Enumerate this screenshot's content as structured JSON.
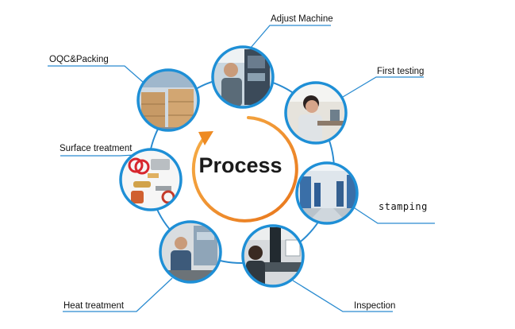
{
  "diagram": {
    "center_label": "Process",
    "steps": [
      {
        "id": "adjust",
        "label": "Adjust Machine",
        "icon": "machine-operator-photo"
      },
      {
        "id": "first",
        "label": "First testing",
        "icon": "worker-testing-photo"
      },
      {
        "id": "stamping",
        "label": "stamping",
        "icon": "factory-floor-photo"
      },
      {
        "id": "inspection",
        "label": "Inspection",
        "icon": "measuring-station-photo"
      },
      {
        "id": "heat",
        "label": "Heat treatment",
        "icon": "furnace-operator-photo"
      },
      {
        "id": "surface",
        "label": "Surface treatment",
        "icon": "springs-parts-photo"
      },
      {
        "id": "oqc",
        "label": "OQC&Packing",
        "icon": "warehouse-boxes-photo"
      }
    ],
    "colors": {
      "node_border": "#1e8fd6",
      "ring": "#2a8bd0",
      "connector": "#2a8bd0",
      "arrow": "#f08a1c"
    }
  }
}
